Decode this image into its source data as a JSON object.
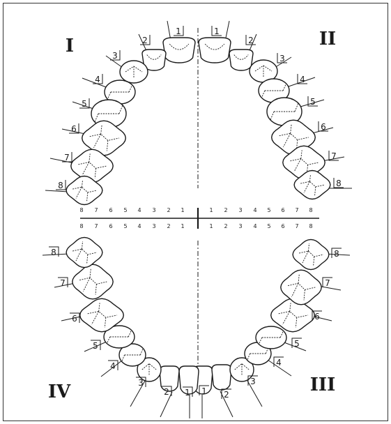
{
  "colors": {
    "ink": "#1a1a1a",
    "tooth_fill": "#ffffff",
    "border": "#333333"
  },
  "quadrants": [
    {
      "id": "q1",
      "label": "I"
    },
    {
      "id": "q2",
      "label": "II"
    },
    {
      "id": "q3",
      "label": "III"
    },
    {
      "id": "q4",
      "label": "IV"
    }
  ],
  "tooth_labels": {
    "q1": [
      "1",
      "2",
      "3",
      "4",
      "5",
      "6",
      "7",
      "8"
    ],
    "q2": [
      "1",
      "2",
      "3",
      "4",
      "5",
      "6",
      "7",
      "8"
    ],
    "q3": [
      "1",
      "2",
      "3",
      "4",
      "5",
      "6",
      "7",
      "8"
    ],
    "q4": [
      "1",
      "2",
      "3",
      "4",
      "5",
      "6",
      "7",
      "8"
    ]
  },
  "scale_rows": {
    "top_left": [
      "8",
      "7",
      "6",
      "5",
      "4",
      "3",
      "2",
      "1"
    ],
    "top_right": [
      "1",
      "2",
      "3",
      "4",
      "5",
      "6",
      "7",
      "8"
    ],
    "bottom_left": [
      "8",
      "7",
      "6",
      "5",
      "4",
      "3",
      "2",
      "1"
    ],
    "bottom_right": [
      "1",
      "2",
      "3",
      "4",
      "5",
      "6",
      "7",
      "8"
    ]
  }
}
